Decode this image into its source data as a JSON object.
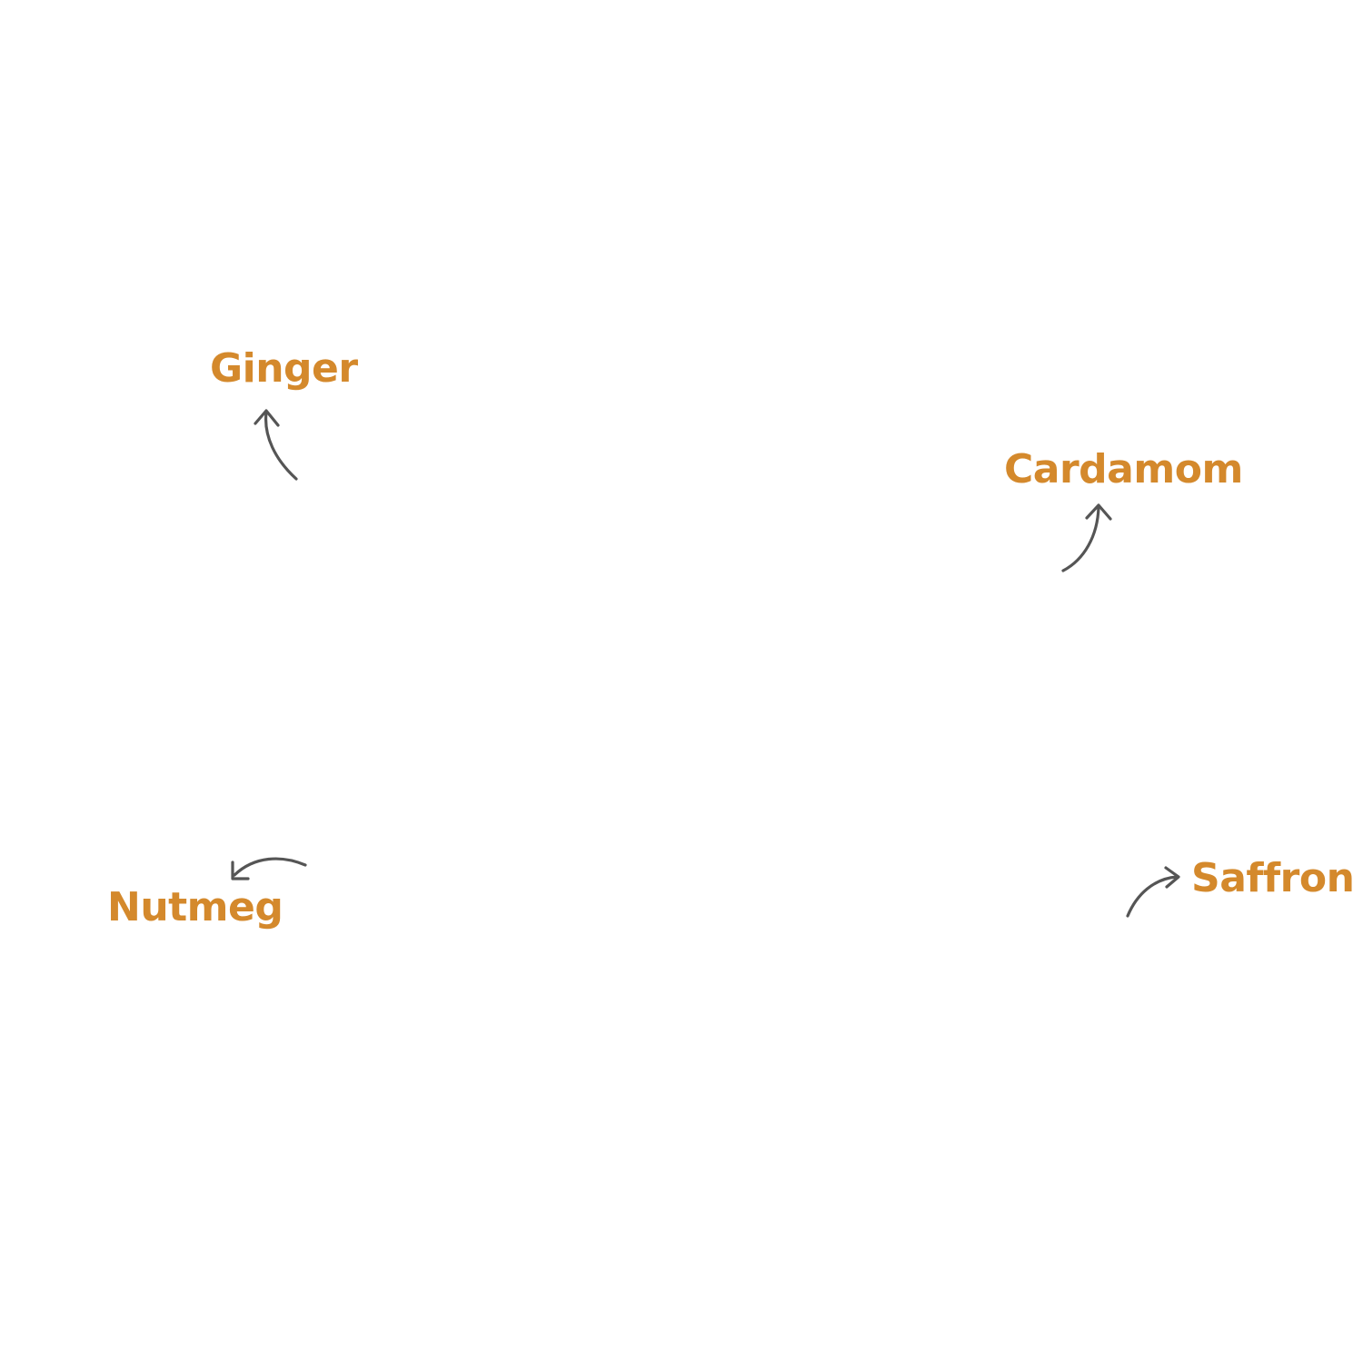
{
  "labels": {
    "ginger": "Ginger",
    "cardamom": "Cardamom",
    "nutmeg": "Nutmeg",
    "saffron": "Saffron"
  },
  "colors": {
    "label": "#D4892C",
    "arrow": "#555555",
    "background": "#FFFFFF"
  }
}
